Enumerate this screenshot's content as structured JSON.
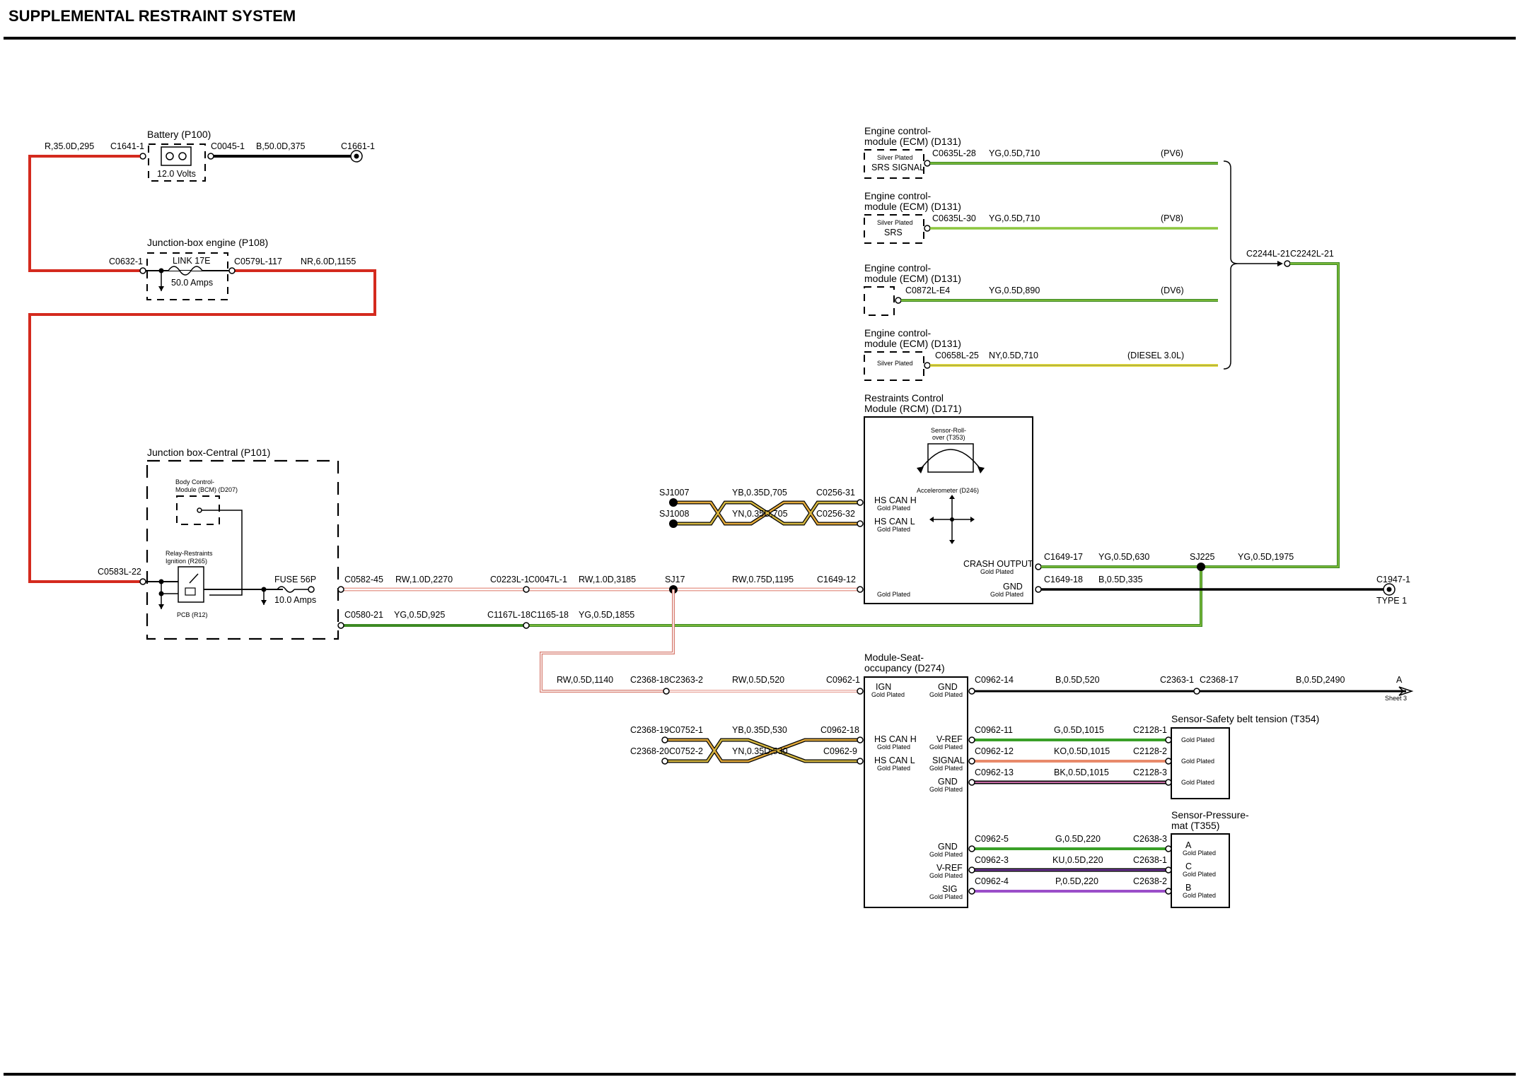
{
  "title": "SUPPLEMENTAL RESTRAINT SYSTEM",
  "components": {
    "battery": {
      "name": "Battery (P100)",
      "voltage": "12.0 Volts"
    },
    "junction_engine": {
      "name": "Junction-box engine (P108)",
      "link": "LINK 17E",
      "amps": "50.0 Amps"
    },
    "junction_central": {
      "name": "Junction box-Central (P101)",
      "bcm": [
        "Body Control-",
        "Module (BCM) (D207)"
      ],
      "relay": [
        "Relay-Restraints",
        "Ignition (R265)"
      ],
      "pcb": "PCB (R12)",
      "fuse": "FUSE 56P",
      "fuse_amps": "10.0 Amps"
    },
    "ecm": [
      {
        "name": [
          "Engine control-",
          "module (ECM) (D131)"
        ],
        "plating": "Silver Plated",
        "pin_label": "SRS SIGNAL",
        "connector": "C0635L-28",
        "wire": "YG,0.5D,710",
        "variant": "(PV6)"
      },
      {
        "name": [
          "Engine control-",
          "module (ECM) (D131)"
        ],
        "plating": "Silver Plated",
        "pin_label": "SRS",
        "connector": "C0635L-30",
        "wire": "YG,0.5D,710",
        "variant": "(PV8)"
      },
      {
        "name": [
          "Engine control-",
          "module (ECM) (D131)"
        ],
        "plating": "",
        "pin_label": "",
        "connector": "C0872L-E4",
        "wire": "YG,0.5D,890",
        "variant": "(DV6)"
      },
      {
        "name": [
          "Engine control-",
          "module (ECM) (D131)"
        ],
        "plating": "Silver Plated",
        "pin_label": "",
        "connector": "C0658L-25",
        "wire": "NY,0.5D,710",
        "variant": "(DIESEL 3.0L)"
      }
    ],
    "rcm": {
      "name": [
        "Restraints Control",
        "Module (RCM) (D171)"
      ],
      "rollover": [
        "Sensor-Roll-",
        "over (T353)"
      ],
      "accel": "Accelerometer (D246)",
      "can_h": "HS CAN H",
      "can_l": "HS CAN L",
      "crash": "CRASH OUTPUT",
      "gnd": "GND",
      "gold": "Gold Plated"
    },
    "seat": {
      "name": [
        "Module-Seat-",
        "occupancy (D274)"
      ],
      "ign": "IGN",
      "gnd": "GND",
      "can_h": "HS CAN H",
      "can_l": "HS CAN L",
      "vref": "V-REF",
      "signal": "SIGNAL",
      "sig": "SIG",
      "gold": "Gold Plated"
    },
    "belt": {
      "name": "Sensor-Safety belt tension (T354)"
    },
    "mat": {
      "name": [
        "Sensor-Pressure-",
        "mat (T355)"
      ],
      "pins": [
        "A",
        "C",
        "B"
      ]
    }
  },
  "connectors": {
    "c1641": "C1641-1",
    "c0045": "C0045-1",
    "c1661": "C1661-1",
    "c0632": "C0632-1",
    "c0579": "C0579L-117",
    "c0583": "C0583L-22",
    "c0582": "C0582-45",
    "c0580": "C0580-21",
    "c0223": "C0223L-1",
    "c0047": "C0047L-1",
    "c1167": "C1167L-18",
    "c1165": "C1165-18",
    "sj17": "SJ17",
    "c1649_12": "C1649-12",
    "c1649_17": "C1649-17",
    "c1649_18": "C1649-18",
    "sj225": "SJ225",
    "c1947": "C1947-1",
    "type1": "TYPE 1",
    "c2244": "C2244L-21",
    "c2242": "C2242L-21",
    "sj1007": "SJ1007",
    "sj1008": "SJ1008",
    "c0256_31": "C0256-31",
    "c0256_32": "C0256-32",
    "c2368_18": "C2368-18",
    "c2363_2": "C2363-2",
    "c0962_1": "C0962-1",
    "c0962_14": "C0962-14",
    "c2363_1": "C2363-1",
    "c2368_17": "C2368-17",
    "arrow_a": "A",
    "sheet": "Sheet 3",
    "c2368_19": "C2368-19",
    "c0752_1": "C0752-1",
    "c2368_20": "C2368-20",
    "c0752_2": "C0752-2",
    "c0962_18": "C0962-18",
    "c0962_9": "C0962-9",
    "c0962_11": "C0962-11",
    "c0962_12": "C0962-12",
    "c0962_13": "C0962-13",
    "c2128_1": "C2128-1",
    "c2128_2": "C2128-2",
    "c2128_3": "C2128-3",
    "c0962_5": "C0962-5",
    "c0962_3": "C0962-3",
    "c0962_4": "C0962-4",
    "c2638_3": "C2638-3",
    "c2638_1": "C2638-1",
    "c2638_2": "C2638-2"
  },
  "wires": {
    "r_35": "R,35.0D,295",
    "b_50": "B,50.0D,375",
    "nr_6": "NR,6.0D,1155",
    "rw_1_2270": "RW,1.0D,2270",
    "rw_1_3185": "RW,1.0D,3185",
    "rw_075": "RW,0.75D,1195",
    "yg_925": "YG,0.5D,925",
    "yg_1855": "YG,0.5D,1855",
    "yg_630": "YG,0.5D,630",
    "yg_1975": "YG,0.5D,1975",
    "b_335": "B,0.5D,335",
    "yb_705": "YB,0.35D,705",
    "yn_705": "YN,0.35D,705",
    "rw_1140": "RW,0.5D,1140",
    "rw_520": "RW,0.5D,520",
    "b_520": "B,0.5D,520",
    "b_2490": "B,0.5D,2490",
    "yb_530": "YB,0.35D,530",
    "yn_530": "YN,0.35D,530",
    "g_1015": "G,0.5D,1015",
    "ko_1015": "KO,0.5D,1015",
    "bk_1015": "BK,0.5D,1015",
    "g_220": "G,0.5D,220",
    "ku_220": "KU,0.5D,220",
    "p_220": "P,0.5D,220"
  },
  "colors": {
    "red": "#d42a1e",
    "black": "#000000",
    "green": "#3d8a24",
    "yellow": "#e8e040",
    "yg_light": "#8cc63f",
    "orange": "#e2a93a",
    "pink": "#e8a49a",
    "violet": "#9b4fc9",
    "brown": "#8b5a7a"
  }
}
